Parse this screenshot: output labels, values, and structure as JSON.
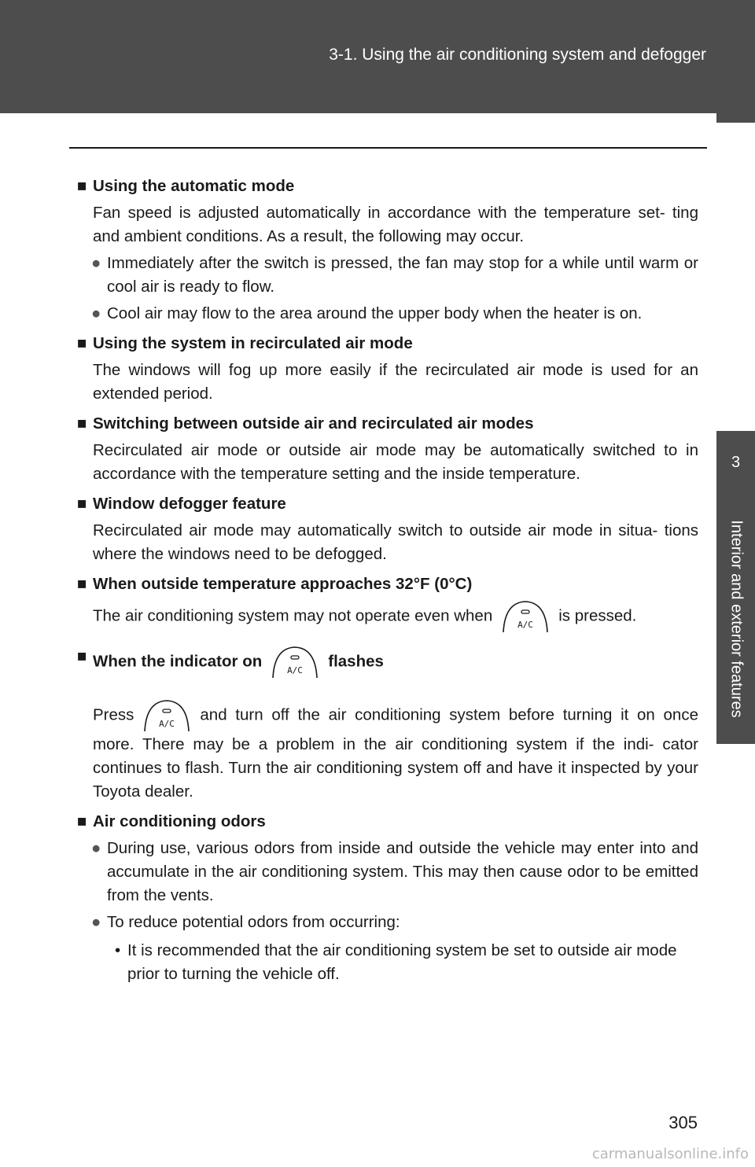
{
  "header": {
    "title": "3-1. Using the air conditioning system and defogger"
  },
  "side_tab": {
    "number": "3",
    "label": "Interior and exterior features"
  },
  "sections": {
    "s1": {
      "heading": "Using the automatic mode",
      "para": "Fan speed is adjusted automatically in accordance with the temperature set- ting and ambient conditions. As a result, the following may occur.",
      "b1": "Immediately after the switch is pressed, the fan may stop for a while until warm or cool air is ready to flow.",
      "b2": "Cool air may flow to the area around the upper body when the heater is on."
    },
    "s2": {
      "heading": "Using the system in recirculated air mode",
      "para": "The windows will fog up more easily if the recirculated air mode is used for an extended period."
    },
    "s3": {
      "heading": "Switching between outside air and recirculated air modes",
      "para": "Recirculated air mode or outside air mode may be automatically switched to in accordance with the temperature setting and the inside temperature."
    },
    "s4": {
      "heading": "Window defogger feature",
      "para": "Recirculated air mode may automatically switch to outside air mode in situa- tions where the windows need to be defogged."
    },
    "s5": {
      "heading": "When outside temperature approaches 32°F (0°C)",
      "para_before": "The air conditioning system may not operate even when",
      "para_after": "is pressed."
    },
    "s6": {
      "heading_before": "When the indicator on",
      "heading_after": "flashes",
      "para_before": "Press",
      "para_after": "and turn off the air conditioning system before turning it on once more. There may be a problem in the air conditioning system if the indi- cator continues to flash. Turn the air conditioning system off and have it inspected by your Toyota dealer."
    },
    "s7": {
      "heading": "Air conditioning odors",
      "b1": "During use, various odors from inside and outside the vehicle may enter into and accumulate in the air conditioning system. This may then cause odor to be emitted from the vents.",
      "b2": "To reduce potential odors from occurring:",
      "sub1": "It is recommended that the air conditioning system be set to outside air mode prior to turning the vehicle off."
    }
  },
  "ac_button_label": "A/C",
  "bullet_symbol": "●",
  "square_symbol": "■",
  "sub_bullet_symbol": "•",
  "page_number": "305",
  "watermark": "carmanualsonline.info"
}
